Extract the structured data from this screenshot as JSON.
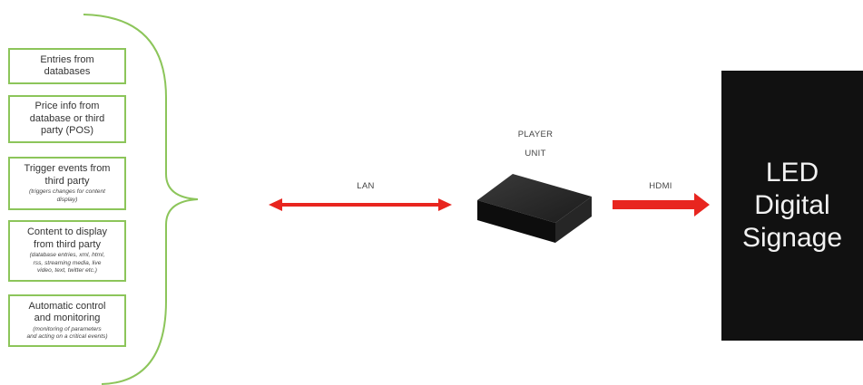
{
  "sources": [
    {
      "title": "Entries from\ndatabases",
      "subtitle": ""
    },
    {
      "title": "Price info from\ndatabase or third\nparty (POS)",
      "subtitle": ""
    },
    {
      "title": "Trigger events from\nthird party",
      "subtitle": "(triggers changes for content\ndisplay)"
    },
    {
      "title": "Content to display\nfrom third party",
      "subtitle": "(database entries, xml, html,\nrss, streaming media, live\nvideo, text, twitter etc.)"
    },
    {
      "title": "Automatic control\nand monitoring",
      "subtitle": "(monitoring of parameters\nand acting on a critical events)"
    }
  ],
  "connections": {
    "lan_label": "LAN",
    "hdmi_label": "HDMI"
  },
  "player": {
    "label_line1": "PLAYER",
    "label_line2": "UNIT"
  },
  "display": {
    "label": "LED\nDigital\nSignage"
  },
  "colors": {
    "box_border": "#8cc55a",
    "brace": "#8cc55a",
    "arrow": "#e8251f",
    "display_bg": "#111111"
  }
}
